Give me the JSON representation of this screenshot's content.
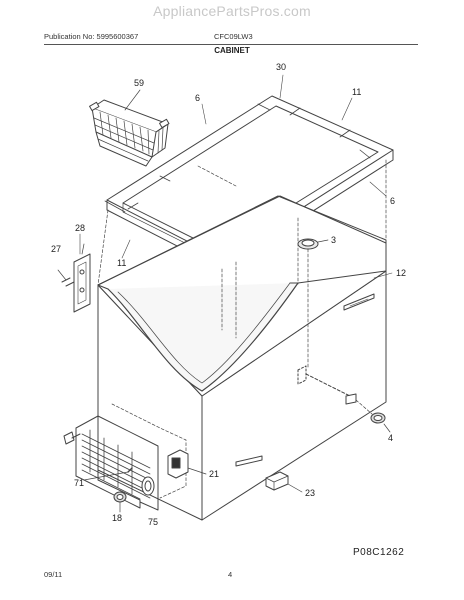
{
  "watermark": "AppliancePartsPros.com",
  "header": {
    "publication": "Publication No: 5995600367",
    "model": "CFC09LW3",
    "section": "CABINET"
  },
  "footer": {
    "date": "09/11",
    "page": "4",
    "code": "P08C1262"
  },
  "callouts": {
    "c59": "59",
    "c30": "30",
    "c6a": "6",
    "c11a": "11",
    "c6b": "6",
    "c3": "3",
    "c28": "28",
    "c27": "27",
    "c11b": "11",
    "c12": "12",
    "c4": "4",
    "c71": "71",
    "c21": "21",
    "c23": "23",
    "c18": "18",
    "c75": "75"
  }
}
